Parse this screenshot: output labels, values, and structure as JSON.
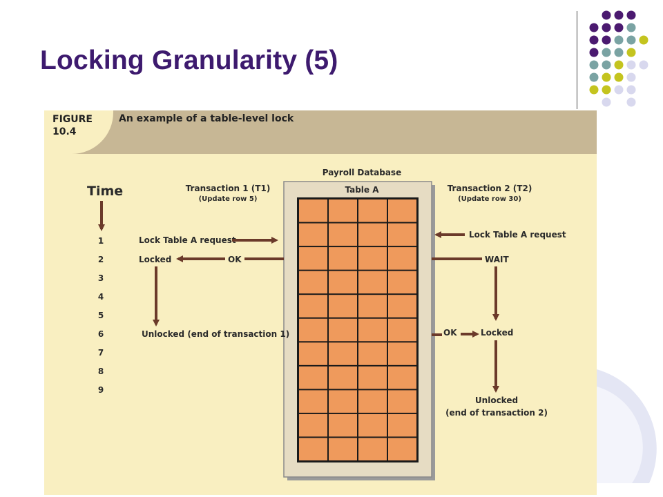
{
  "slide": {
    "title": "Locking Granularity (5)"
  },
  "figure": {
    "label_line1": "FIGURE",
    "label_line2": "10.4",
    "caption": "An example of a table-level lock"
  },
  "diagram": {
    "database_title": "Payroll Database",
    "table_title": "Table A",
    "time_label": "Time",
    "time_steps": [
      "1",
      "2",
      "3",
      "4",
      "5",
      "6",
      "7",
      "8",
      "9"
    ],
    "t1": {
      "title": "Transaction 1 (T1)",
      "subtitle": "(Update row 5)",
      "lock_request": "Lock Table A request",
      "locked": "Locked",
      "ok": "OK",
      "unlocked": "Unlocked (end of transaction 1)"
    },
    "t2": {
      "title": "Transaction 2 (T2)",
      "subtitle": "(Update row 30)",
      "lock_request": "Lock Table A request",
      "wait": "WAIT",
      "ok": "OK",
      "locked": "Locked",
      "unlocked_line1": "Unlocked",
      "unlocked_line2": "(end of transaction 2)"
    },
    "table_rows": 11,
    "table_cols": 4
  },
  "colors": {
    "title": "#3d1a6e",
    "dot_purple": "#4b1a70",
    "dot_teal": "#7aa3a3",
    "dot_olive": "#c4c41f",
    "dot_lavender": "#d8d8ee",
    "figure_bg": "#f9efc1",
    "header_bg": "#c7b795",
    "arrow": "#6b3a2a",
    "cell": "#ef9a5c"
  }
}
